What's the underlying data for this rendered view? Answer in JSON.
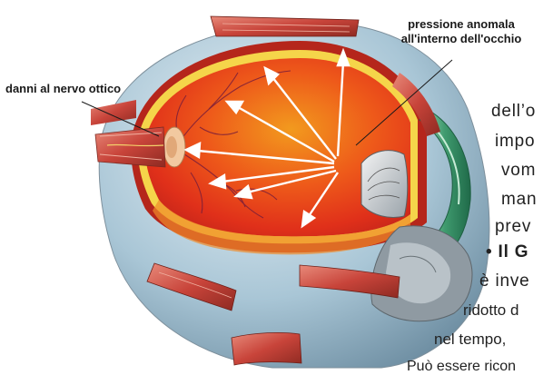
{
  "labels": {
    "optic_nerve": "danni al nervo ottico",
    "pressure_line1": "pressione anomala",
    "pressure_line2": "all'interno dell'occhio"
  },
  "body_text": {
    "l1": "dell’o",
    "l2": "impo",
    "l3": "vom",
    "l4": "man",
    "l5": "prev",
    "l6": "• Il G",
    "l7": "è inve",
    "l8": "ridotto d",
    "l9": "nel tempo,",
    "l10": "Può essere ricon"
  },
  "colors": {
    "retina_red": "#e5301d",
    "vitreous_orange": "#f07a1a",
    "sclera_blue": "#a9c6d6",
    "muscle_red": "#c8443a",
    "cornea_green": "#3f9a6e",
    "arrow_white": "#ffffff"
  }
}
